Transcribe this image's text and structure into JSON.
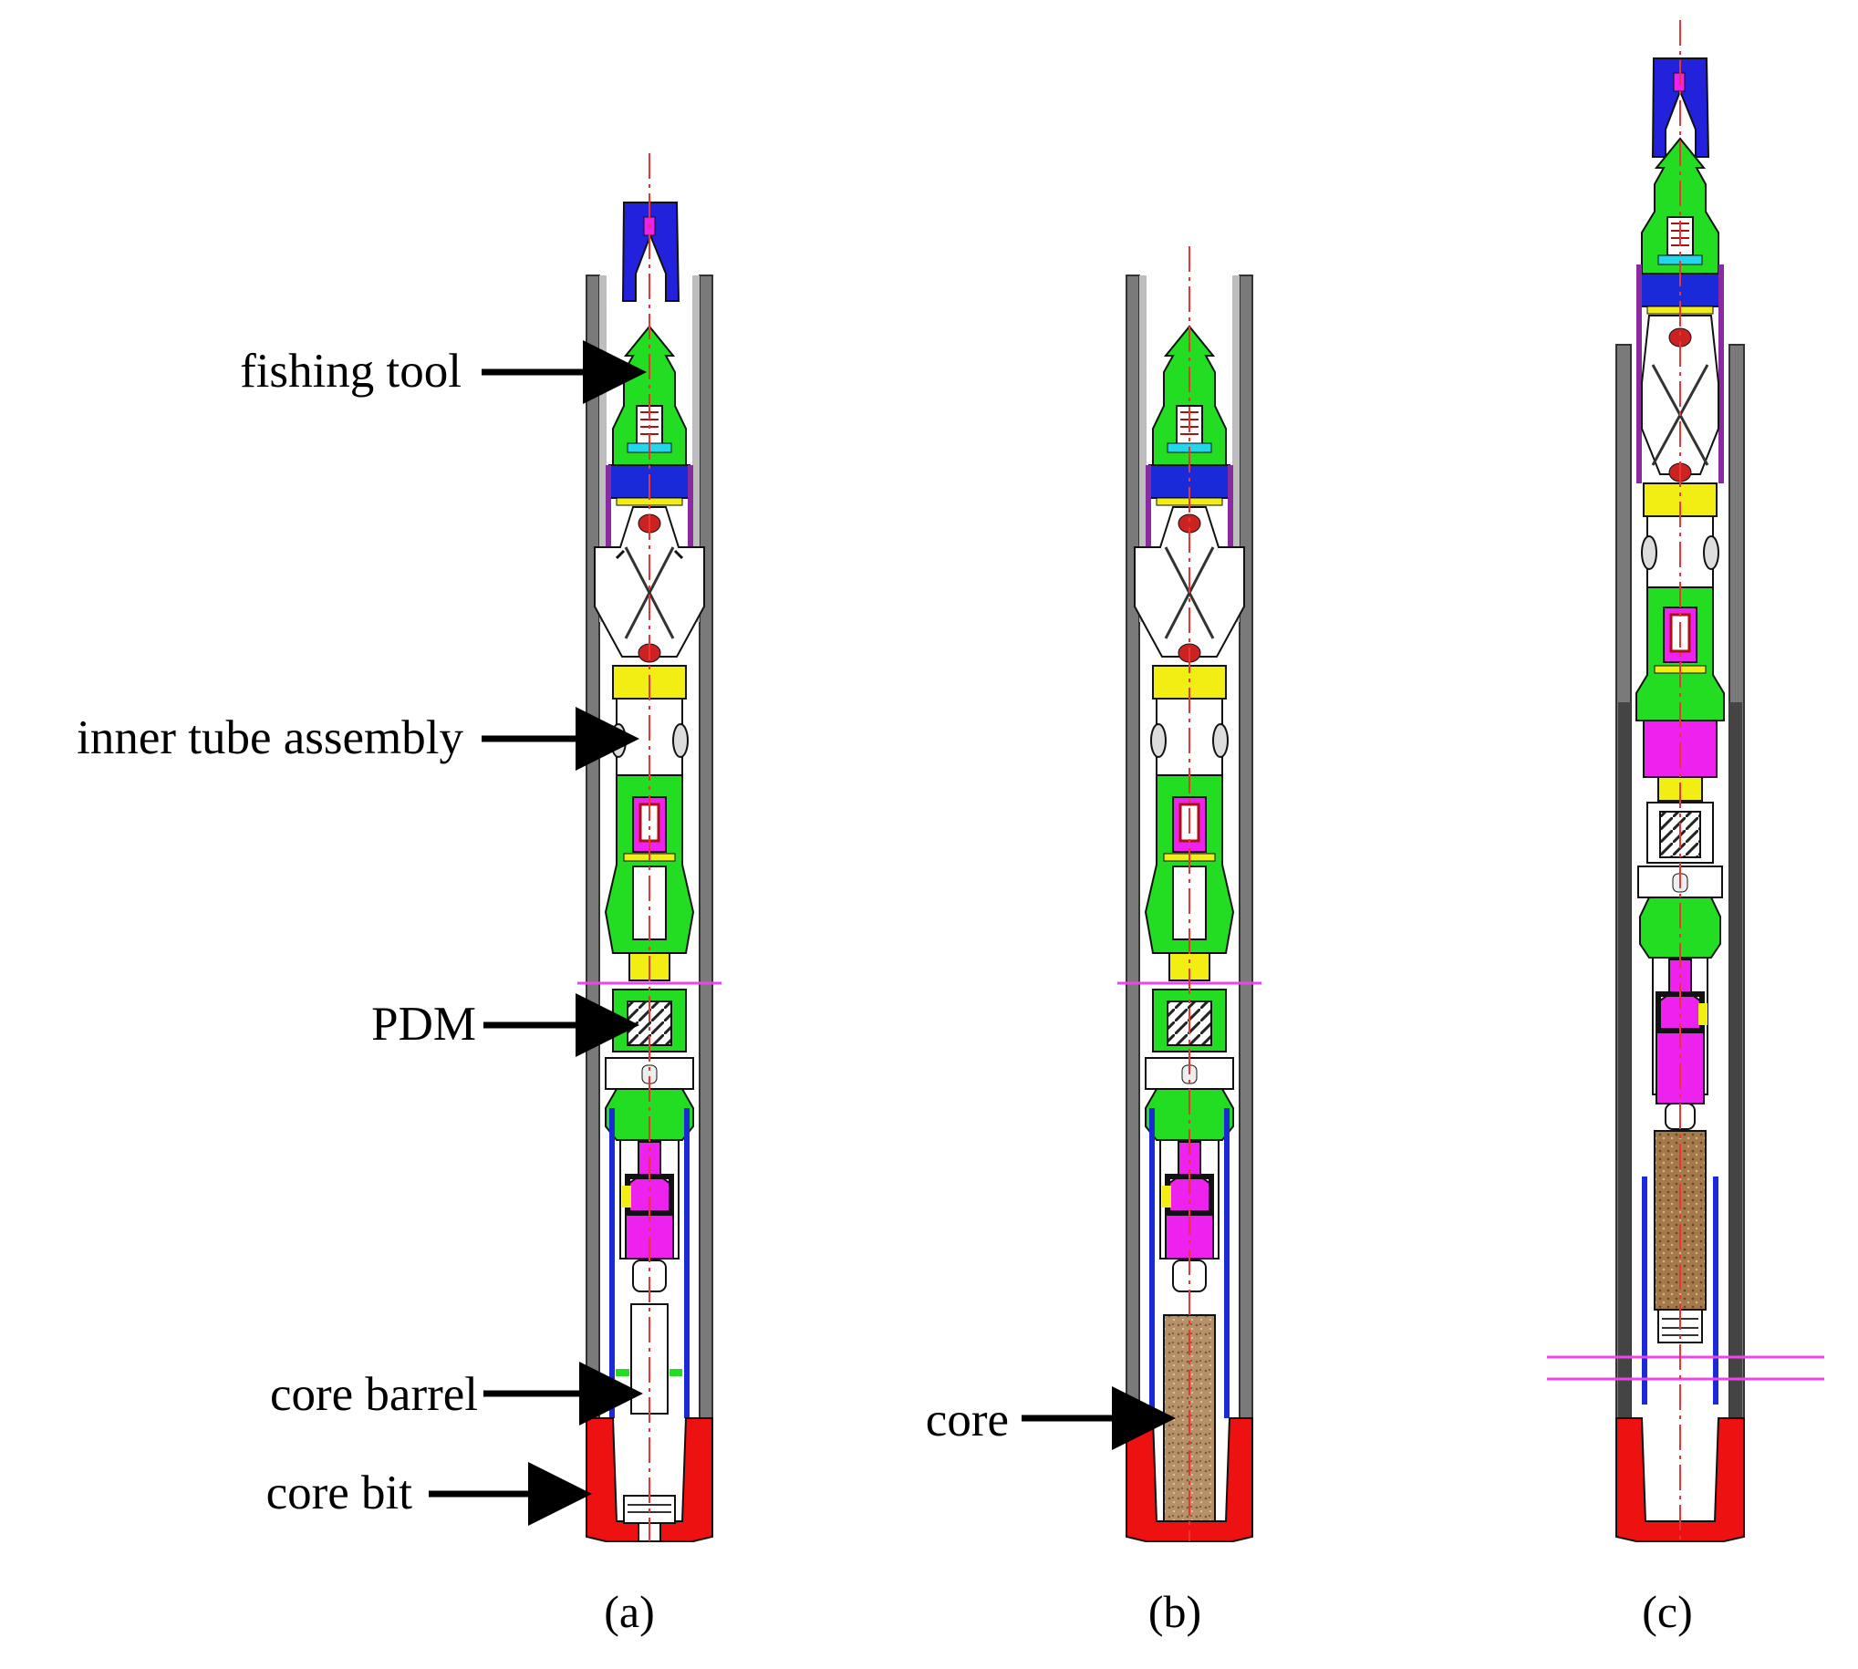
{
  "labels": {
    "fishing_tool": "fishing tool",
    "inner_tube_assembly": "inner tube assembly",
    "pdm": "PDM",
    "core_barrel": "core barrel",
    "core_bit": "core bit",
    "core": "core"
  },
  "captions": {
    "a": "(a)",
    "b": "(b)",
    "c": "(c)"
  },
  "colors": {
    "housing": "#7a7a7a",
    "fishing_tool": "#2222dd",
    "body_green": "#22dd22",
    "blue_part": "#1a2ad8",
    "purple_part": "#8a2aa0",
    "yellow_part": "#f2ee14",
    "magenta_part": "#ee22ee",
    "cyan_part": "#22d6ee",
    "core_bit": "#ee1111",
    "core_sample": "#b08a60",
    "centerline": "#ee3333",
    "section_mark": "#ee44ee"
  }
}
